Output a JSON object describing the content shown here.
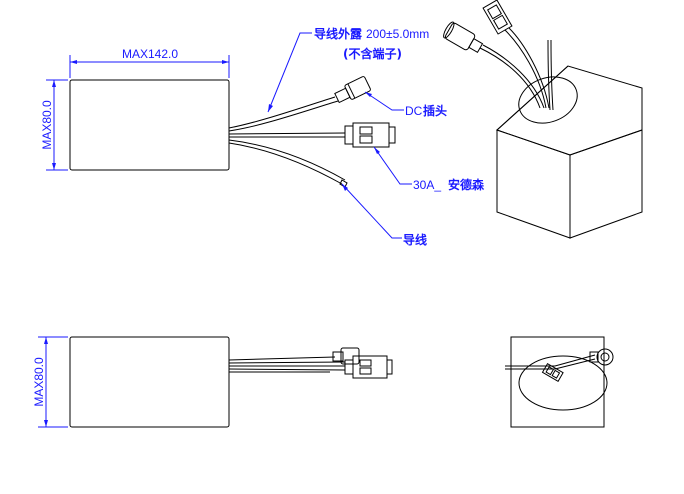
{
  "top_view": {
    "width_dim": "MAX142.0",
    "height_dim": "MAX80.0"
  },
  "callouts": {
    "wire_exposed_prefix": "导线外露",
    "wire_exposed_length": "200±5.0mm",
    "wire_exposed_note": "(不含端子)",
    "dc_plug_prefix": "DC",
    "dc_plug_name": "插头",
    "anderson_prefix": "30A_",
    "anderson_name": "安德森",
    "wire": "导线"
  },
  "side_view": {
    "height_dim": "MAX80.0"
  },
  "colors": {
    "dimension": "#1a1aff",
    "outline": "#000000"
  }
}
